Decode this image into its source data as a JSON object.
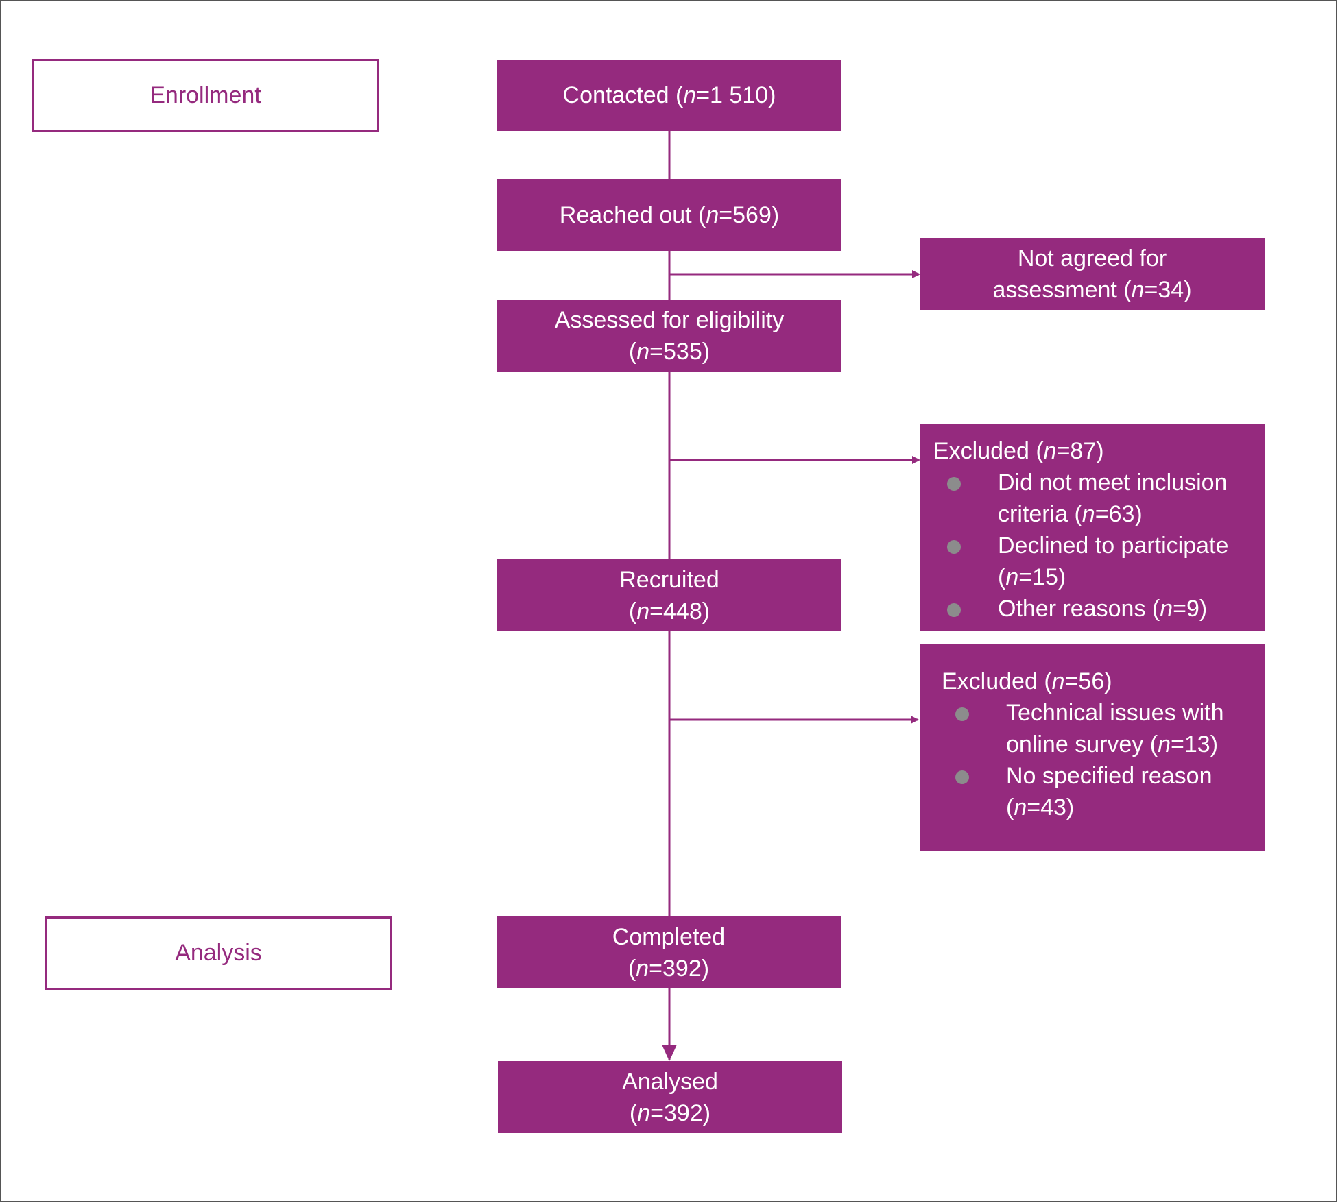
{
  "colors": {
    "accent": "#952a7e",
    "bullet": "#8c8c8c",
    "frame": "#555555"
  },
  "stages": {
    "enrollment": "Enrollment",
    "analysis": "Analysis"
  },
  "nodes": {
    "contacted": {
      "label": "Contacted (",
      "n_prefix": "n",
      "n_value": "=1 510)"
    },
    "reached": {
      "label": "Reached out (",
      "n_prefix": "n",
      "n_value": "=569)"
    },
    "not_agreed": {
      "line1": "Not agreed for",
      "line2": "assessment (",
      "n_prefix": "n",
      "n_value": "=34)"
    },
    "assessed": {
      "line1": "Assessed for eligibility",
      "open": "(",
      "n_prefix": "n",
      "n_value": "=535)"
    },
    "recruited": {
      "line1": "Recruited",
      "open": "(",
      "n_prefix": "n",
      "n_value": "=448)"
    },
    "completed": {
      "line1": "Completed",
      "open": "(",
      "n_prefix": "n",
      "n_value": "=392)"
    },
    "analysed": {
      "line1": "Analysed",
      "open": "(",
      "n_prefix": "n",
      "n_value": "=392)"
    }
  },
  "excluded_1": {
    "head": "Excluded (",
    "n_prefix": "n",
    "n_value": "=87)",
    "items": [
      {
        "line1": "Did not meet inclusion",
        "line2": "criteria (",
        "n_prefix": "n",
        "n_value": "=63)"
      },
      {
        "line1": "Declined to participate",
        "line2": "(",
        "n_prefix": "n",
        "n_value": "=15)"
      },
      {
        "line1": "Other reasons (",
        "n_prefix": "n",
        "n_value": "=9)"
      }
    ]
  },
  "excluded_2": {
    "head": "Excluded (",
    "n_prefix": "n",
    "n_value": "=56)",
    "items": [
      {
        "line1": "Technical issues with",
        "line2": "online survey (",
        "n_prefix": "n",
        "n_value": "=13)"
      },
      {
        "line1": "No specified reason",
        "line2": "(",
        "n_prefix": "n",
        "n_value": "=43)"
      }
    ]
  }
}
